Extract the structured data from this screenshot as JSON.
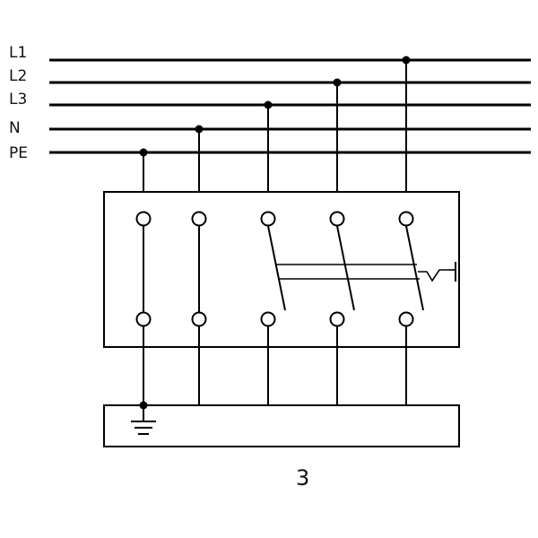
{
  "diagram": {
    "bus_labels": [
      "L1",
      "L2",
      "L3",
      "N",
      "PE"
    ],
    "figure_number": "3",
    "line_color": "#000000",
    "background_color": "#ffffff"
  }
}
